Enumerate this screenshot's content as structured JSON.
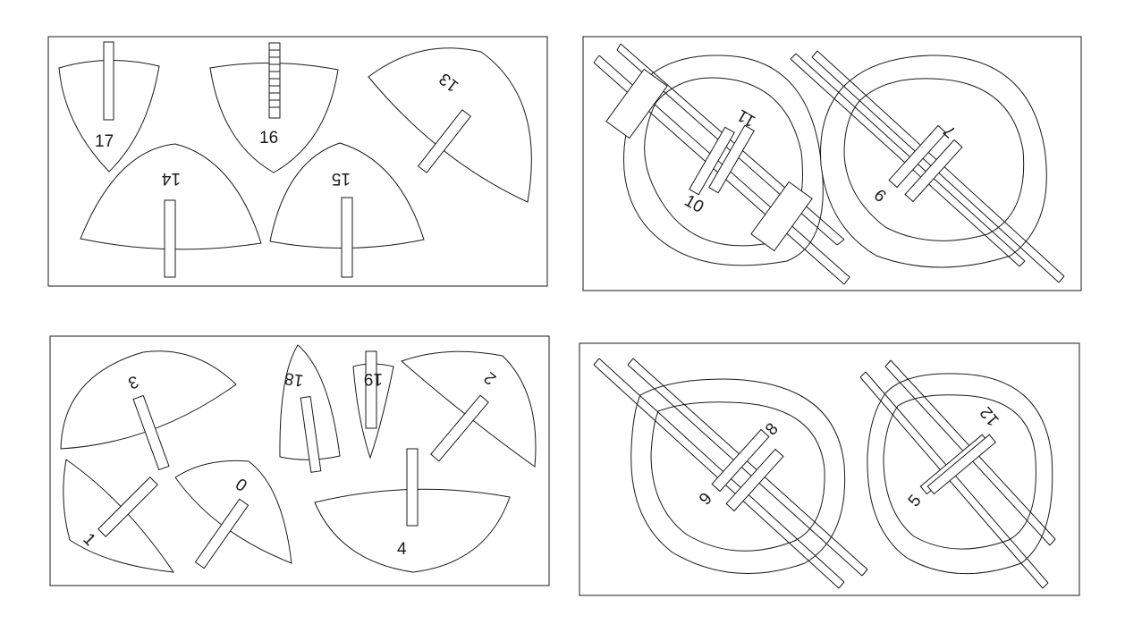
{
  "panels": [
    {
      "id": "top-left",
      "labels": [
        "17",
        "16",
        "13",
        "14",
        "15"
      ]
    },
    {
      "id": "top-right",
      "labels": [
        "11",
        "10",
        "7",
        "6"
      ]
    },
    {
      "id": "bottom-left",
      "labels": [
        "3",
        "18",
        "19",
        "2",
        "0",
        "1",
        "4"
      ]
    },
    {
      "id": "bottom-right",
      "labels": [
        "8",
        "9",
        "12",
        "5"
      ]
    }
  ],
  "pieces": {
    "p17": "17",
    "p16": "16",
    "p13": "13",
    "p14": "14",
    "p15": "15",
    "p11": "11",
    "p10": "10",
    "p7": "7",
    "p6": "6",
    "p3": "3",
    "p18": "18",
    "p19": "19",
    "p2": "2",
    "p0": "0",
    "p1": "1",
    "p4": "4",
    "p8": "8",
    "p9": "9",
    "p12": "12",
    "p5": "5"
  },
  "colors": {
    "stroke": "#1a1a1a",
    "background": "#ffffff"
  }
}
